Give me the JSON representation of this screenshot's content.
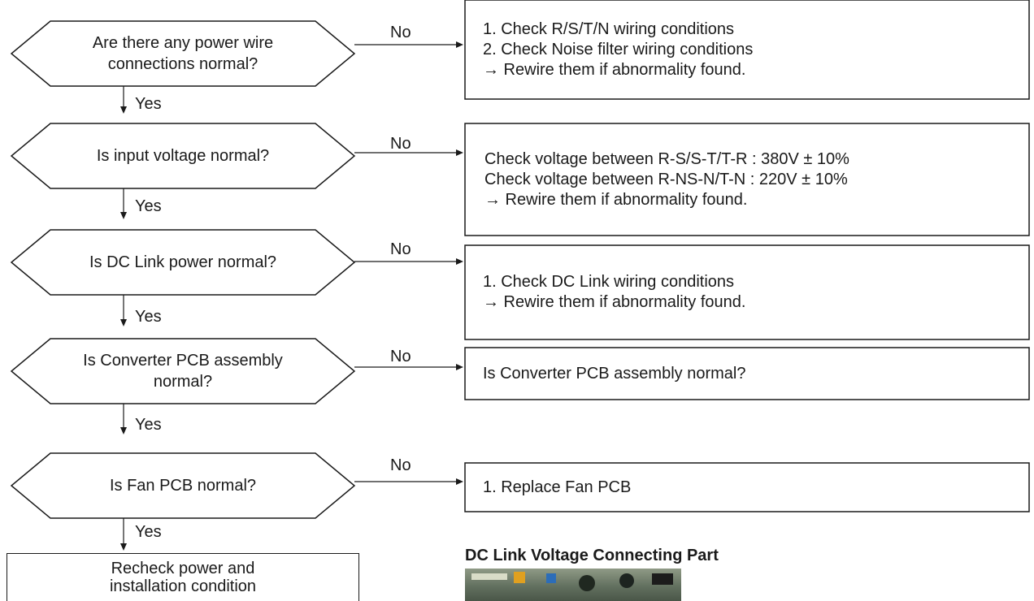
{
  "decisions": [
    {
      "text": "Are there any power wire connections normal?",
      "no_label": "No",
      "yes_label": "Yes"
    },
    {
      "text": "Is input voltage normal?",
      "no_label": "No",
      "yes_label": "Yes"
    },
    {
      "text": "Is DC Link power normal?",
      "no_label": "No",
      "yes_label": "Yes"
    },
    {
      "text": "Is Converter PCB assembly normal?",
      "no_label": "No",
      "yes_label": "Yes"
    },
    {
      "text": "Is Fan PCB normal?",
      "no_label": "No",
      "yes_label": "Yes"
    }
  ],
  "actions": [
    {
      "lines": [
        "1. Check R/S/T/N wiring conditions",
        "2. Check Noise filter wiring conditions",
        "→ Rewire them if abnormality found."
      ]
    },
    {
      "lines": [
        "Check voltage between R-S/S-T/T-R : 380V ± 10%",
        "Check voltage between R-NS-N/T-N : 220V ± 10%",
        "→ Rewire them if abnormality found."
      ]
    },
    {
      "lines": [
        "1. Check DC Link wiring conditions",
        "→ Rewire them if abnormality found."
      ]
    },
    {
      "lines": [
        "Is Converter PCB assembly normal?"
      ]
    },
    {
      "lines": [
        "1. Replace Fan PCB"
      ]
    }
  ],
  "final": {
    "text": "Recheck power and installation condition"
  },
  "photo": {
    "caption": "DC Link Voltage Connecting Part"
  }
}
